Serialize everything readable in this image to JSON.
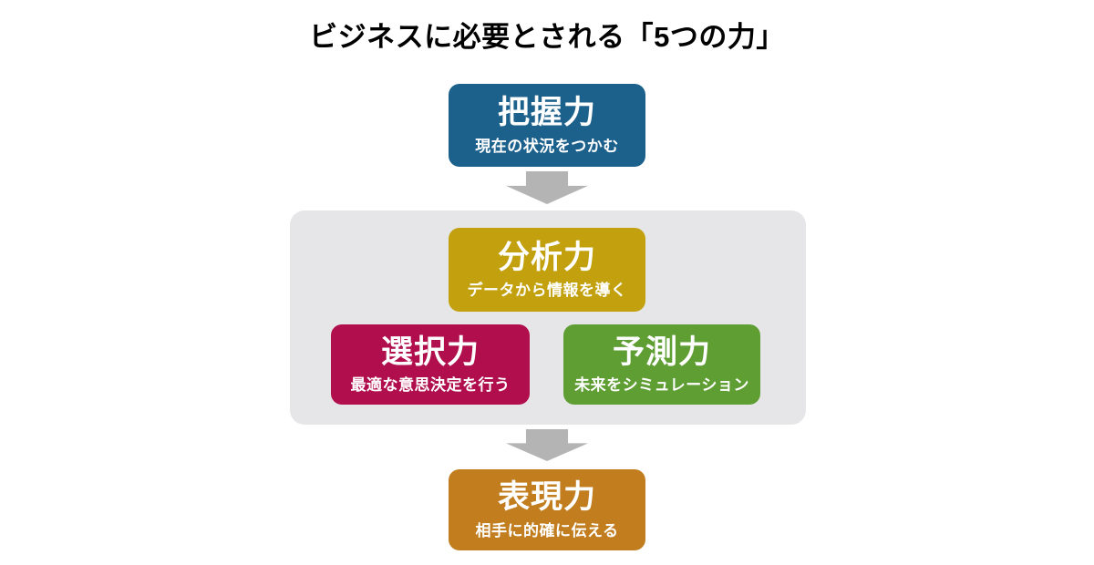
{
  "title": "ビジネスに必要とされる「5つの力」",
  "boxes": {
    "grasp": {
      "label": "把握力",
      "description": "現在の状況をつかむ",
      "color": "#1c618c"
    },
    "analysis": {
      "label": "分析力",
      "description": "データから情報を導く",
      "color": "#c3a10e"
    },
    "selection": {
      "label": "選択力",
      "description": "最適な意思決定を行う",
      "color": "#b00e4c"
    },
    "prediction": {
      "label": "予測力",
      "description": "未来をシミュレーション",
      "color": "#5f9e33"
    },
    "expression": {
      "label": "表現力",
      "description": "相手に的確に伝える",
      "color": "#c17d1e"
    }
  },
  "panel": {
    "color": "#e6e6e8"
  },
  "arrow": {
    "shape": "block-arrow-down",
    "color": "#b4b4b4"
  },
  "text_colors": {
    "title": "#000000",
    "box_text": "#ffffff"
  }
}
